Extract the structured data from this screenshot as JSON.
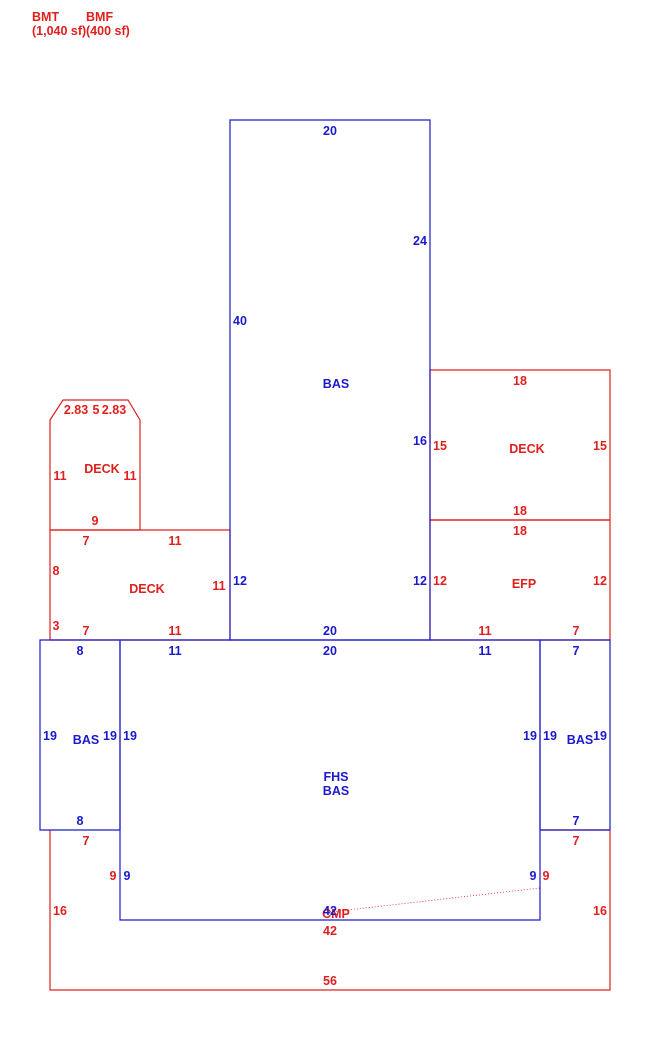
{
  "header": {
    "bmt_label": "BMT",
    "bmt_area": "(1,040 sf)",
    "bmf_label": "BMF",
    "bmf_area": "(400 sf)"
  },
  "colors": {
    "red": "#e0201e",
    "blue": "#1a1acc"
  },
  "areas": {
    "bas_upper": "BAS",
    "deck_right": "DECK",
    "deck_small": "DECK",
    "deck_left": "DECK",
    "efp": "EFP",
    "bas_left": "BAS",
    "bas_right": "BAS",
    "fhs": "FHS",
    "fhs_bas": "BAS",
    "cmp": "CMP"
  },
  "dims": {
    "bas_top": "20",
    "bas_right_upper": "24",
    "bas_left": "40",
    "bas_right_mid": "16",
    "bas_left_lower": "12",
    "bas_right_lower": "12",
    "bas_bottom": "20",
    "deck_r_top": "18",
    "deck_r_left": "15",
    "deck_r_right": "15",
    "deck_r_bottom": "18",
    "efp_top": "18",
    "efp_left": "12",
    "efp_right": "12",
    "efp_bottom_a": "11",
    "efp_bottom_b": "7",
    "deck_s_top_a": "2.83",
    "deck_s_top_b": "5",
    "deck_s_top_c": "2.83",
    "deck_s_left": "11",
    "deck_s_right": "11",
    "deck_s_bottom": "9",
    "deck_l_top_a": "7",
    "deck_l_top_b": "11",
    "deck_l_left": "8",
    "deck_l_right": "11",
    "deck_l_left_b": "3",
    "deck_l_bottom_a": "7",
    "deck_l_bottom_b": "11",
    "fhs_top_a": "11",
    "fhs_top_b": "20",
    "fhs_top_c": "11",
    "fhs_left": "19",
    "fhs_right": "19",
    "fhs_left_lower": "9",
    "fhs_right_lower": "9",
    "fhs_bottom": "42",
    "basl_top": "8",
    "basl_left": "19",
    "basl_right": "19",
    "basl_bottom": "8",
    "basr_top": "7",
    "basr_left": "19",
    "basr_right": "19",
    "basr_bottom": "7",
    "cmp_l_top": "7",
    "cmp_l_inner": "9",
    "cmp_l_outer": "16",
    "cmp_r_top": "7",
    "cmp_r_inner": "9",
    "cmp_r_outer": "16",
    "cmp_top": "42",
    "cmp_bottom": "56"
  }
}
